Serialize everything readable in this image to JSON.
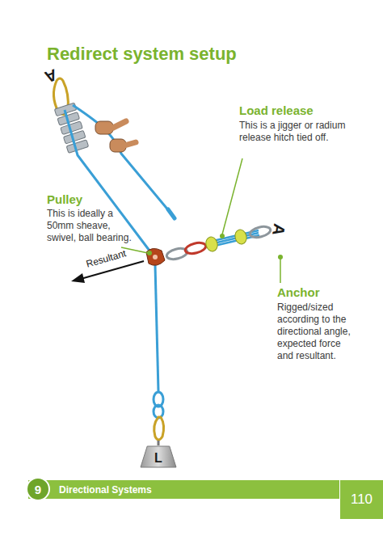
{
  "diagram": {
    "title": "Redirect system setup",
    "nodes": [
      {
        "text": [
          "L"
        ]
      },
      {
        "text": [
          "9"
        ]
      },
      {
        "text": [
          "Directional Systems"
        ]
      },
      {
        "text": [
          "110"
        ]
      }
    ],
    "labels": [
      "A",
      "Load release",
      "This is a jigger or radium release hitch tied off.",
      "Pulley",
      "This is ideally a 50mm sheave, swivel, ball bearing.",
      "A",
      "Resultant",
      "Anchor",
      "Rigged/sized according to the directional angle, expected force and resultant."
    ]
  }
}
